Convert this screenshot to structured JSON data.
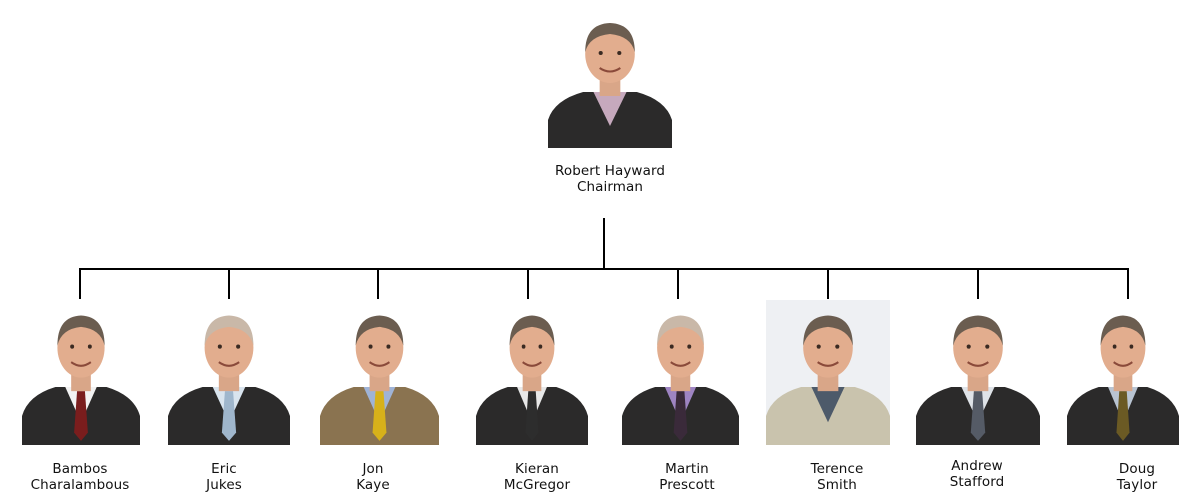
{
  "chairman": {
    "name": "Robert Hayward",
    "role": "Chairman",
    "icon": "person-portrait-icon",
    "tie": "none",
    "shirt": "#c6a9bd"
  },
  "members": [
    {
      "first": "Bambos",
      "last": "Charalambous",
      "icon": "person-portrait-icon",
      "tie": "#7a1d1d",
      "shirt": "#f2f2f2"
    },
    {
      "first": "Eric",
      "last": "Jukes",
      "icon": "person-portrait-icon",
      "tie": "#9fb6cc",
      "shirt": "#d9e4ee"
    },
    {
      "first": "Jon",
      "last": "Kaye",
      "icon": "person-portrait-icon",
      "tie": "#d7b11a",
      "shirt": "#9fb3d6"
    },
    {
      "first": "Kieran",
      "last": "McGregor",
      "icon": "person-portrait-icon",
      "tie": "#2d2d2d",
      "shirt": "#e8e8e8"
    },
    {
      "first": "Martin",
      "last": "Prescott",
      "icon": "person-portrait-icon",
      "tie": "#3a2a3a",
      "shirt": "#9e84c2"
    },
    {
      "first": "Terence",
      "last": "Smith",
      "icon": "person-portrait-icon",
      "tie": "none",
      "shirt": "#4d5a6a"
    },
    {
      "first": "Andrew",
      "last": "Stafford",
      "icon": "person-portrait-icon",
      "tie": "#555b66",
      "shirt": "#dfe3e8"
    },
    {
      "first": "Doug",
      "last": "Taylor",
      "icon": "person-portrait-icon",
      "tie": "#6b5a24",
      "shirt": "#b9c4d2"
    }
  ]
}
